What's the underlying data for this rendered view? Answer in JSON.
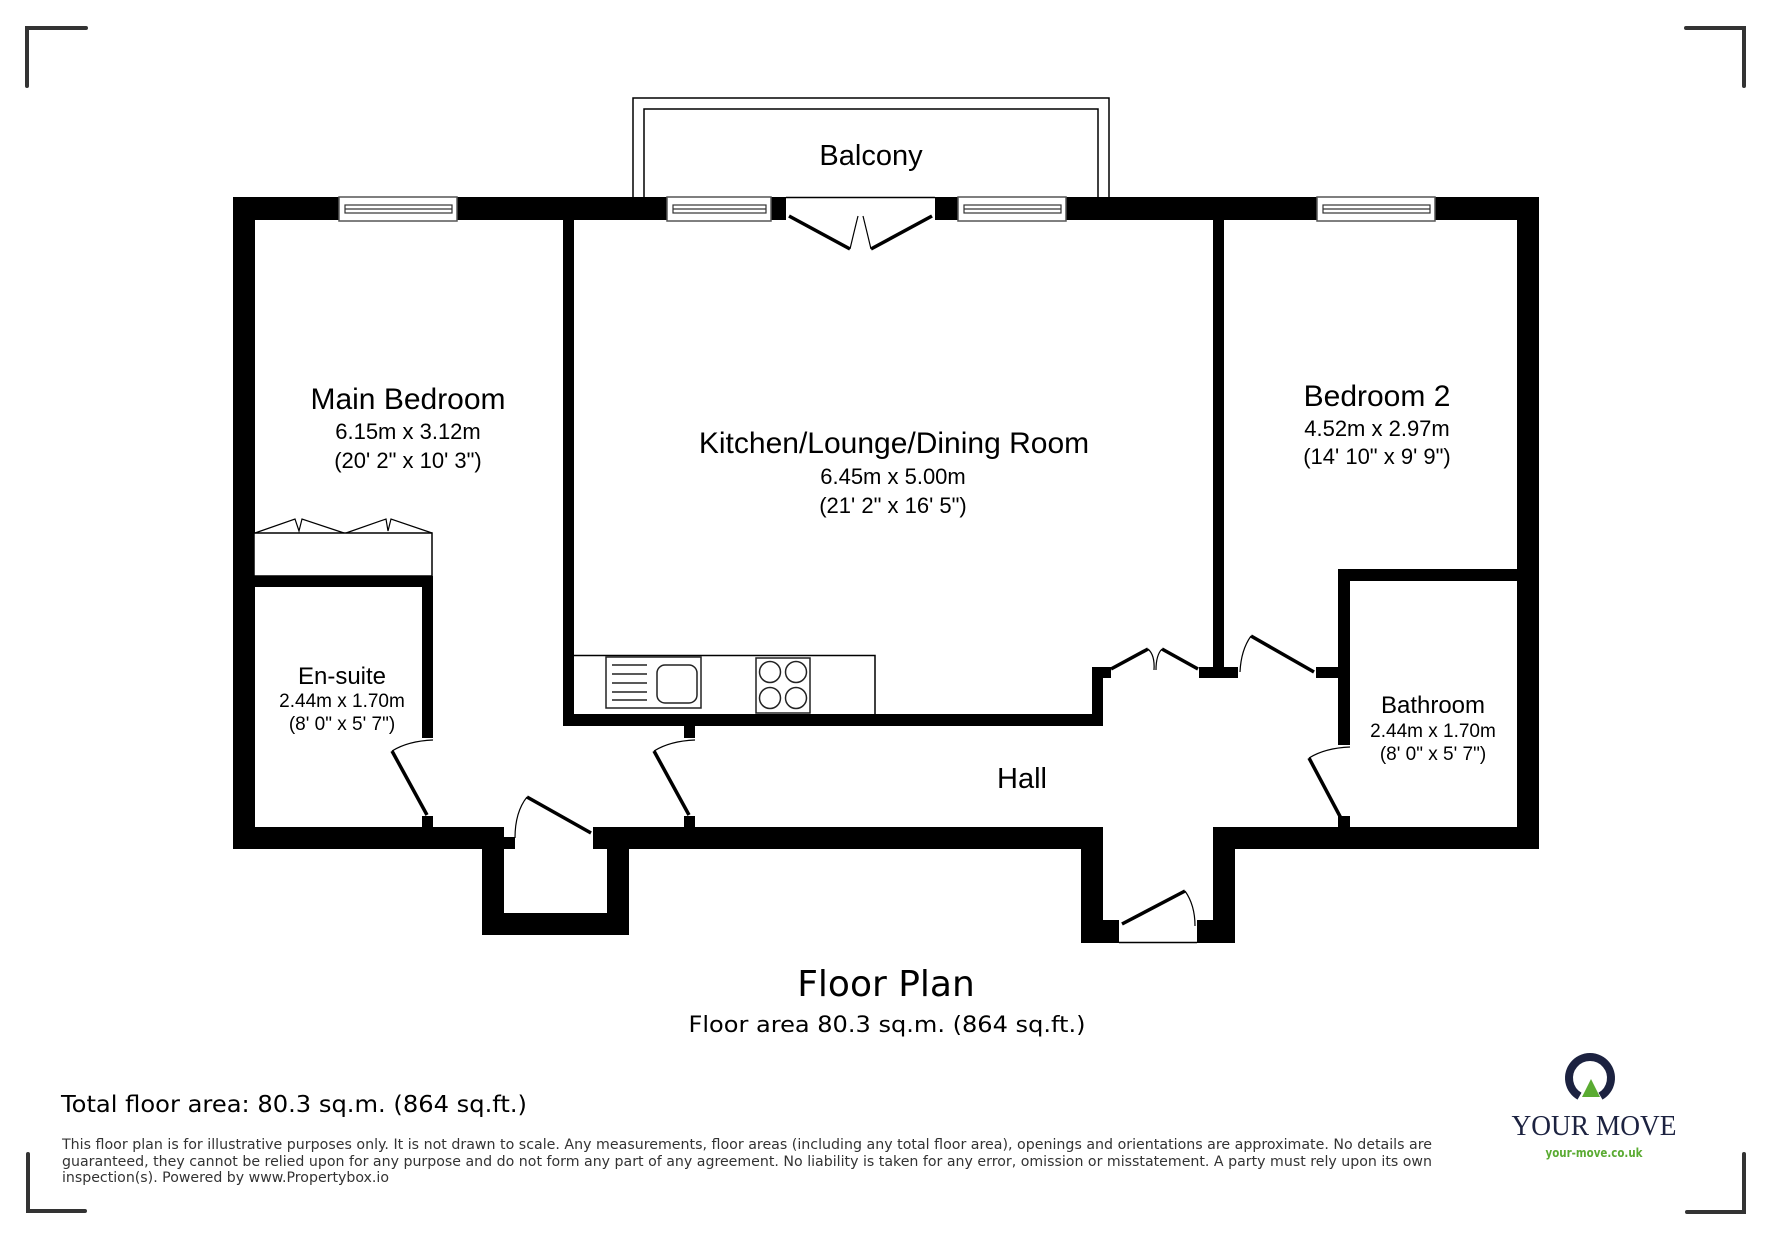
{
  "rooms": {
    "balcony": {
      "name": "Balcony"
    },
    "main_bedroom": {
      "name": "Main Bedroom",
      "metric": "6.15m x 3.12m",
      "imperial": "(20' 2\" x 10' 3\")"
    },
    "kitchen": {
      "name": "Kitchen/Lounge/Dining Room",
      "metric": "6.45m x 5.00m",
      "imperial": "(21' 2\" x 16' 5\")"
    },
    "bedroom_2": {
      "name": "Bedroom 2",
      "metric": "4.52m x 2.97m",
      "imperial": "(14' 10\" x 9' 9\")"
    },
    "en_suite": {
      "name": "En-suite",
      "metric": "2.44m x 1.70m",
      "imperial": "(8' 0\" x 5' 7\")"
    },
    "bathroom": {
      "name": "Bathroom",
      "metric": "2.44m x 1.70m",
      "imperial": "(8' 0\" x 5' 7\")"
    },
    "hall": {
      "name": "Hall"
    }
  },
  "plan": {
    "title": "Floor Plan",
    "floor_area": "Floor area 80.3 sq.m. (864 sq.ft.)"
  },
  "footer": {
    "total_floor_area": "Total floor area: 80.3 sq.m. (864 sq.ft.)",
    "disclaimer_lines": [
      "This floor plan is for illustrative purposes only. It is not drawn to scale. Any measurements, floor areas (including any total floor area), openings and orientations are approximate. No details are",
      "guaranteed, they cannot be relied upon for any purpose and do not form any part of any agreement. No liability is taken for any error, omission or misstatement. A party must rely upon its own",
      "inspection(s). Powered by www.Propertybox.io"
    ]
  },
  "logo": {
    "icon": "your-move-ring-icon",
    "wordmark": "YOUR MOVE",
    "url": "your-move.co.uk",
    "colors": {
      "navy": "#1c2240",
      "green": "#5aab32"
    }
  },
  "colors": {
    "wall": "#000000",
    "bracket": "#333333",
    "disclaimer_text": "#333333"
  }
}
